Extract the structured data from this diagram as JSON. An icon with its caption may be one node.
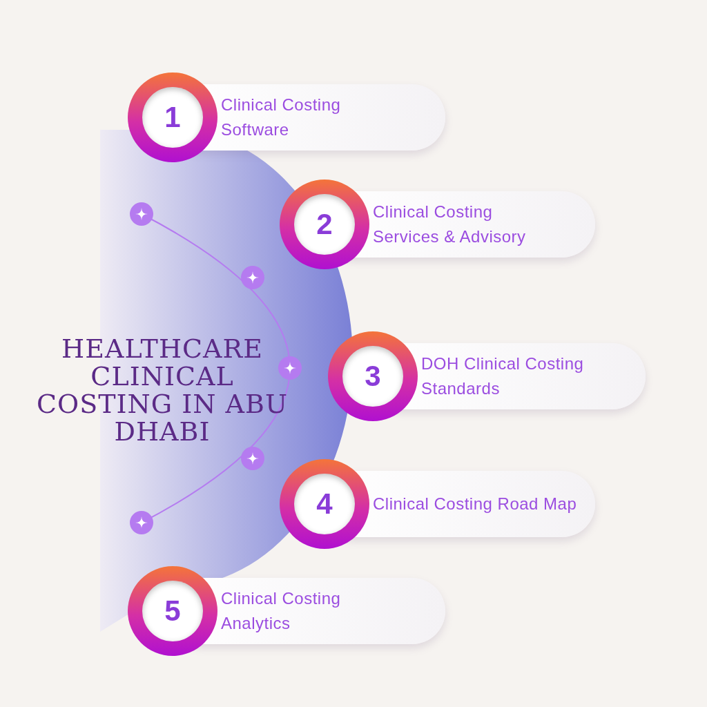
{
  "diagram": {
    "title": "HEALTHCARE CLINICAL COSTING IN ABU DHABI",
    "nodes": [
      {
        "text": [
          "1",
          "Clinical Costing Software"
        ]
      },
      {
        "text": [
          "2",
          "Clinical Costing Services & Advisory"
        ]
      },
      {
        "text": [
          "3",
          "DOH Clinical Costing Standards"
        ]
      },
      {
        "text": [
          "4",
          "Clinical Costing Road Map"
        ]
      },
      {
        "text": [
          "5",
          "Clinical Costing Analytics"
        ]
      }
    ],
    "edges": []
  }
}
